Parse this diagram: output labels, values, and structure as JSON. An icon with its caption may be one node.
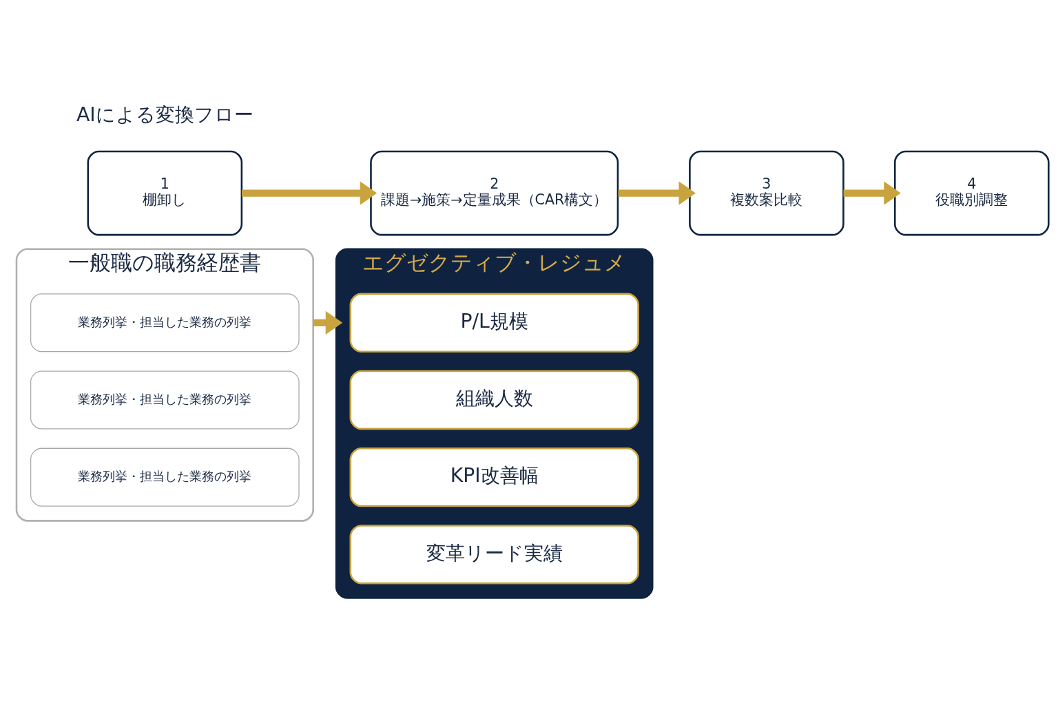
{
  "diagram": {
    "nodes": [
      {
        "text": [
          "一般職の職務経歴書"
        ]
      },
      {
        "text": [
          "業務列挙・担当した業務の列挙"
        ],
        "in": 0
      },
      {
        "text": [
          "業務列挙・担当した業務の列挙"
        ],
        "in": 0
      },
      {
        "text": [
          "業務列挙・担当した業務の列挙"
        ],
        "in": 0
      },
      {
        "text": [
          "エグゼクティブ・レジュメ"
        ]
      },
      {
        "text": [
          "P/L規模"
        ],
        "in": 4
      },
      {
        "text": [
          "組織人数"
        ],
        "in": 4
      },
      {
        "text": [
          "KPI改善幅"
        ],
        "in": 4
      },
      {
        "text": [
          "変革リード実績"
        ],
        "in": 4
      },
      {
        "text": [
          "1",
          "棚卸し"
        ]
      },
      {
        "text": [
          "2",
          "課題→施策→定量成果（CAR構文）"
        ]
      },
      {
        "text": [
          "3",
          "複数案比較"
        ]
      },
      {
        "text": [
          "4",
          "役職別調整"
        ]
      }
    ],
    "edges": [
      {
        "from": 0,
        "to": 4,
        "arrow": "to"
      },
      {
        "from": 9,
        "to": 10,
        "arrow": "to"
      },
      {
        "from": 10,
        "to": 11,
        "arrow": "to"
      },
      {
        "from": 11,
        "to": 12,
        "arrow": "to"
      }
    ],
    "labels": [
      "AIによる変換フロー"
    ]
  }
}
